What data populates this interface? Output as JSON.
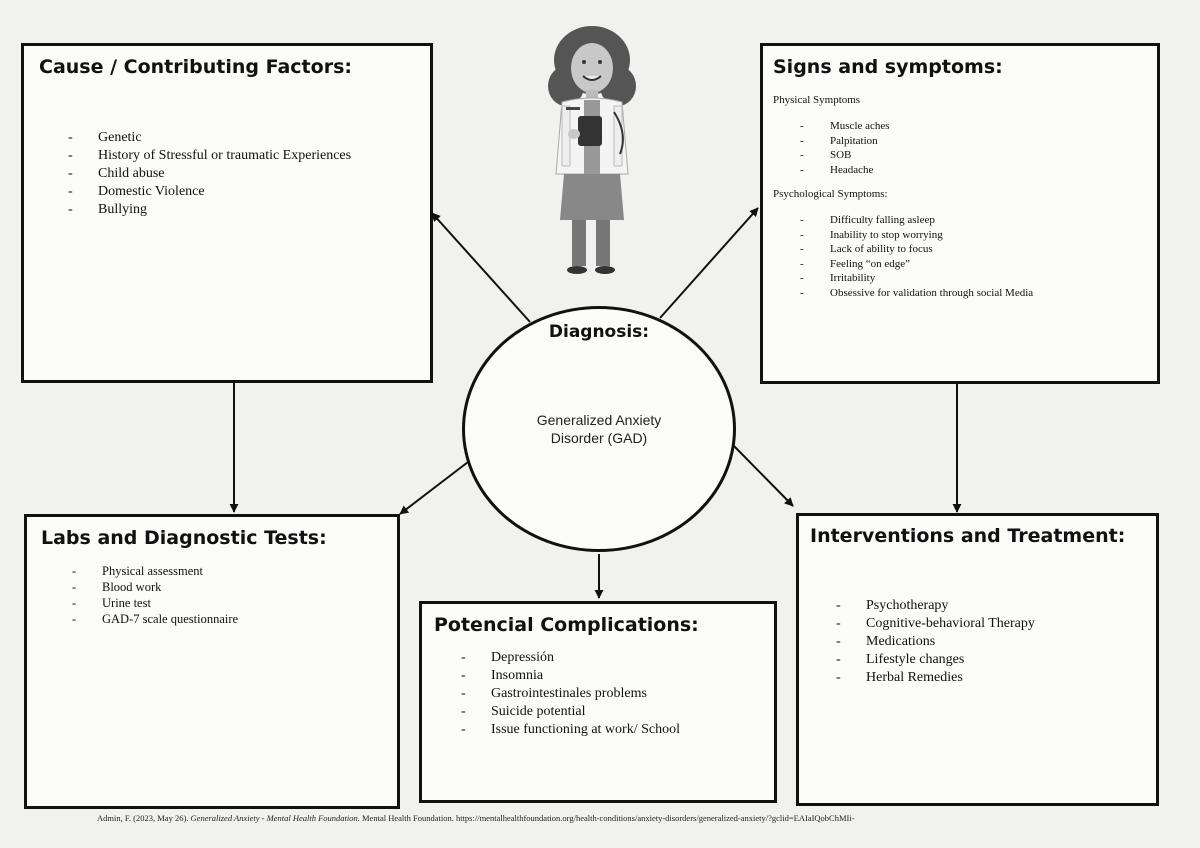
{
  "causes": {
    "title": "Cause / Contributing Factors:",
    "items": [
      "Genetic",
      "History of Stressful or traumatic Experiences",
      "Child abuse",
      "Domestic Violence",
      "Bullying"
    ]
  },
  "signs": {
    "title": "Signs and symptoms:",
    "physical_heading": "Physical Symptoms",
    "physical_items": [
      "Muscle aches",
      "Palpitation",
      "SOB",
      "Headache"
    ],
    "psych_heading": "Psychological Symptoms:",
    "psych_items": [
      "Difficulty falling asleep",
      "Inability to stop worrying",
      "Lack of ability to focus",
      "Feeling “on edge”",
      "Irritability",
      "Obsessive for validation through social Media"
    ]
  },
  "diagnosis": {
    "title": "Diagnosis:",
    "name_line1": "Generalized Anxiety",
    "name_line2": "Disorder (GAD)"
  },
  "labs": {
    "title": "Labs and Diagnostic Tests:",
    "items": [
      "Physical assessment",
      "Blood work",
      "Urine test",
      "GAD-7 scale questionnaire"
    ]
  },
  "complications": {
    "title": "Potencial Complications:",
    "items": [
      "Depressión",
      "Insomnia",
      "Gastrointestinales problems",
      "Suicide potential",
      "Issue functioning at work/ School"
    ]
  },
  "interventions": {
    "title": "Interventions and Treatment:",
    "items": [
      "Psychotherapy",
      "Cognitive-behavioral Therapy",
      "Medications",
      "Lifestyle changes",
      "Herbal Remedies"
    ]
  },
  "citation": {
    "prefix": "Admin, F. (2023, May 26).",
    "title_italic": "Generalized Anxiety - Mental Health Foundation.",
    "suffix": "Mental Health Foundation. https://mentalhealthfoundation.org/health-conditions/anxiety-disorders/generalized-anxiety/?gclid=EAIaIQobChMIi-"
  },
  "colors": {
    "line": "#111111",
    "box_fill": "#fbfbfa",
    "background": "#f1f1ef"
  },
  "icons": {
    "figure": "doctor-with-clipboard-icon"
  }
}
